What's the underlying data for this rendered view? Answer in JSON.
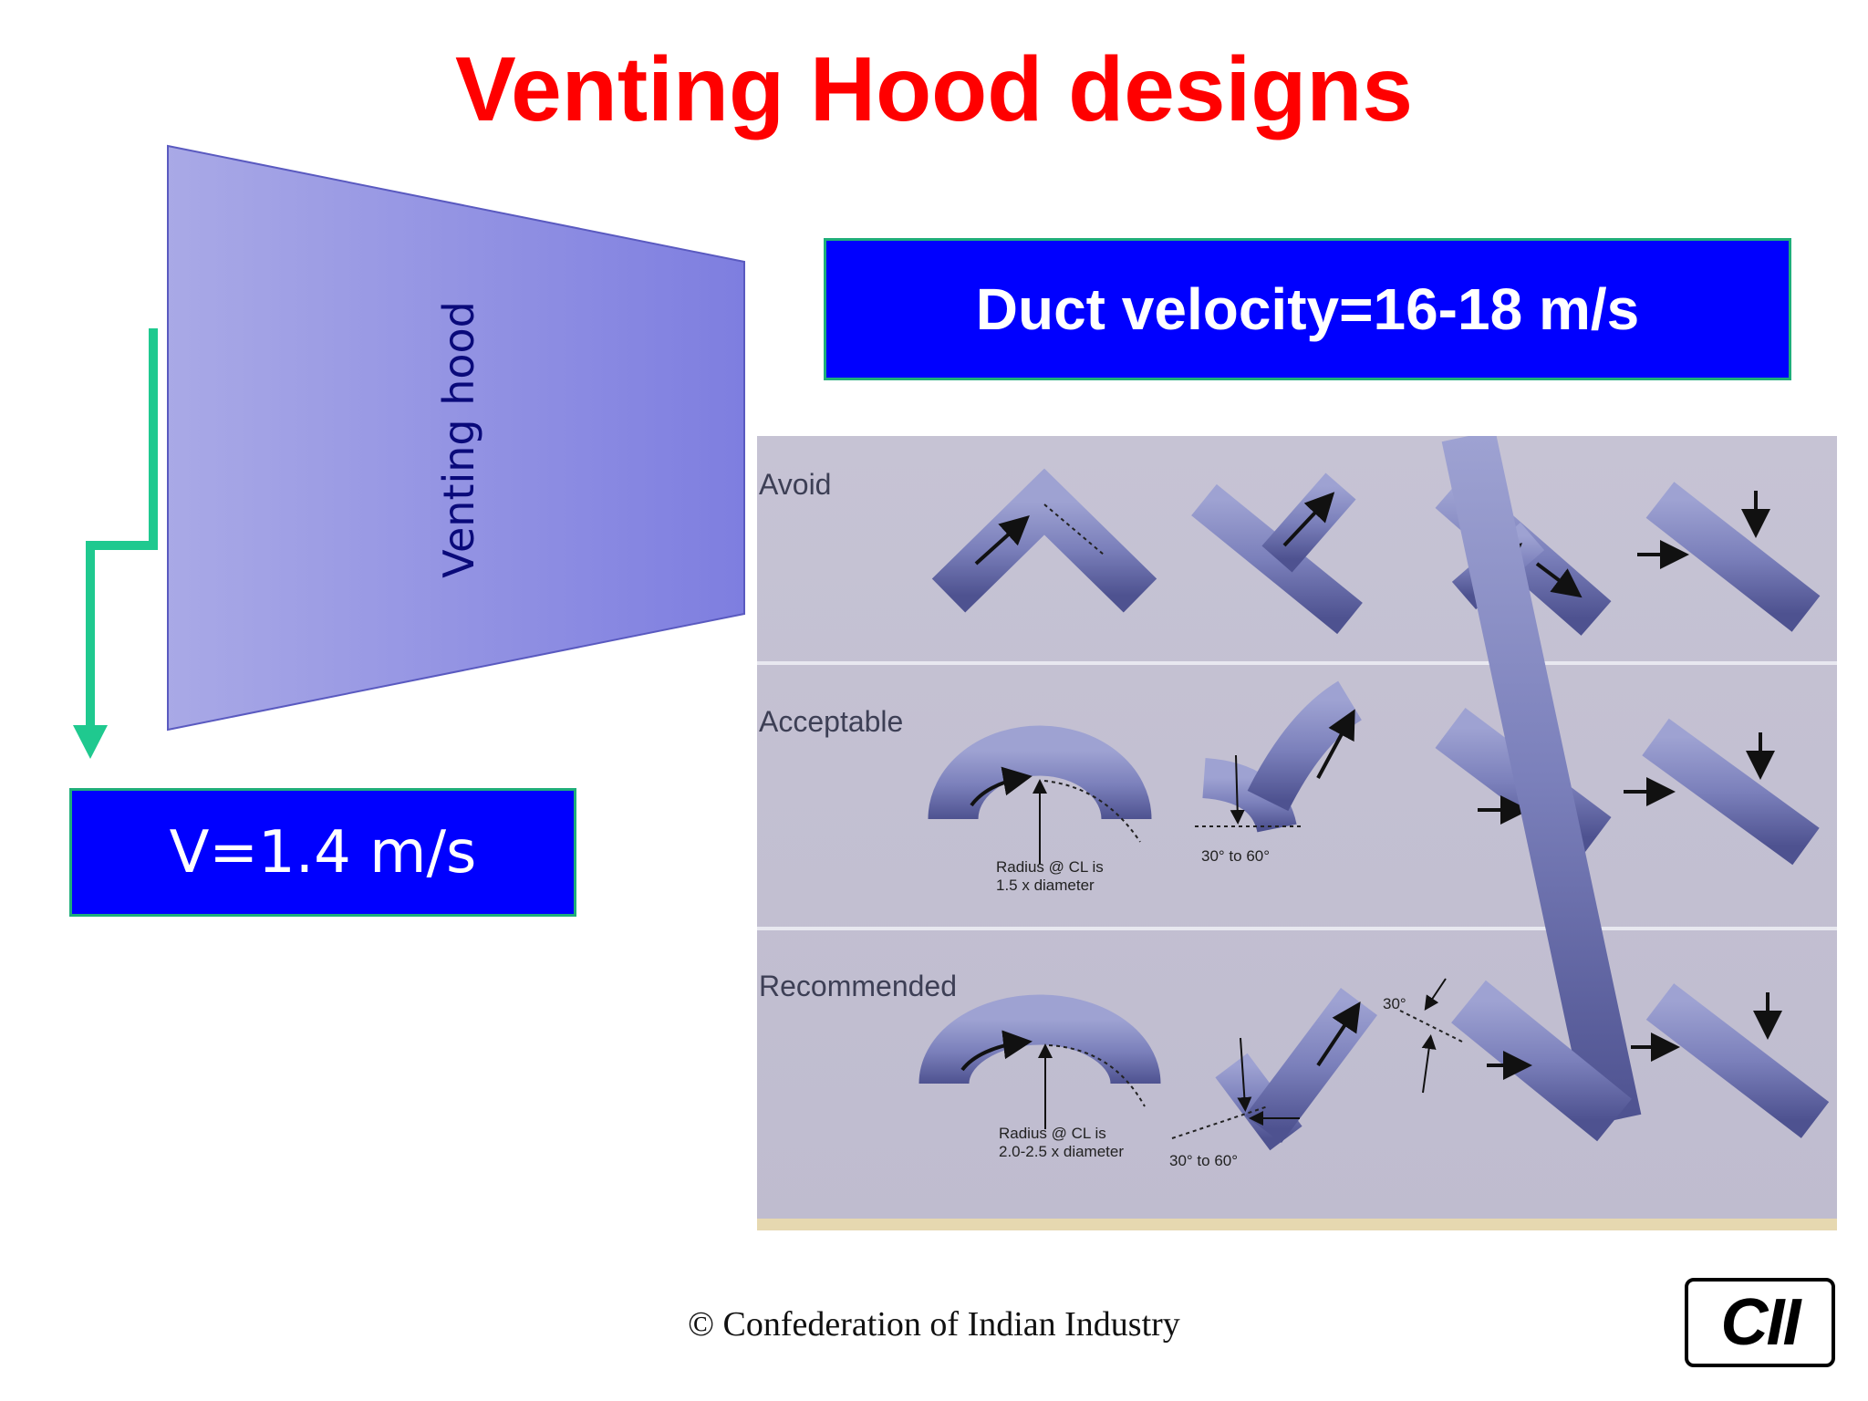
{
  "title": {
    "text": "Venting Hood designs",
    "color": "#ff0000"
  },
  "hood": {
    "label": "Venting hood"
  },
  "boxes": {
    "duct_velocity": "Duct velocity=16-18 m/s",
    "inlet_velocity": "V=1.4 m/s",
    "fill_color": "#0000ff",
    "border_color": "#1fae7a"
  },
  "duct_panel": {
    "rows": [
      {
        "label": "Avoid"
      },
      {
        "label": "Acceptable"
      },
      {
        "label": "Recommended"
      }
    ],
    "annotations": {
      "acceptable_elbow": [
        "Radius @ CL is",
        "1.5 x diameter"
      ],
      "acceptable_branch": "30° to 60°",
      "recommended_elbow": [
        "Radius @ CL is",
        "2.0-2.5 x diameter"
      ],
      "recommended_branch": "30° to 60°",
      "recommended_angle": "30°"
    }
  },
  "footer": {
    "text": "© Confederation of Indian Industry"
  },
  "logo": {
    "text": "CII"
  },
  "colors": {
    "arrow": "#1fc98f",
    "hood": "#8c8ce0",
    "pipe": "#7a7fb8"
  }
}
